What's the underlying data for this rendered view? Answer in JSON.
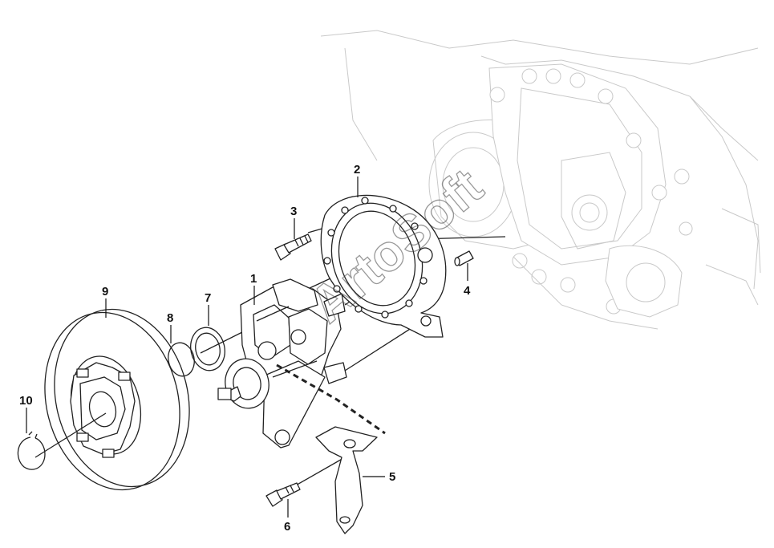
{
  "callouts": [
    {
      "id": "1",
      "text": "1"
    },
    {
      "id": "2",
      "text": "2"
    },
    {
      "id": "3",
      "text": "3"
    },
    {
      "id": "4",
      "text": "4"
    },
    {
      "id": "5",
      "text": "5"
    },
    {
      "id": "6",
      "text": "6"
    },
    {
      "id": "7",
      "text": "7"
    },
    {
      "id": "8",
      "text": "8"
    },
    {
      "id": "9",
      "text": "9"
    },
    {
      "id": "10",
      "text": "10"
    }
  ],
  "watermark": "ArtoSoft",
  "colors": {
    "line": "#222222",
    "background_part": "#c9c9c9",
    "label": "#111111"
  }
}
